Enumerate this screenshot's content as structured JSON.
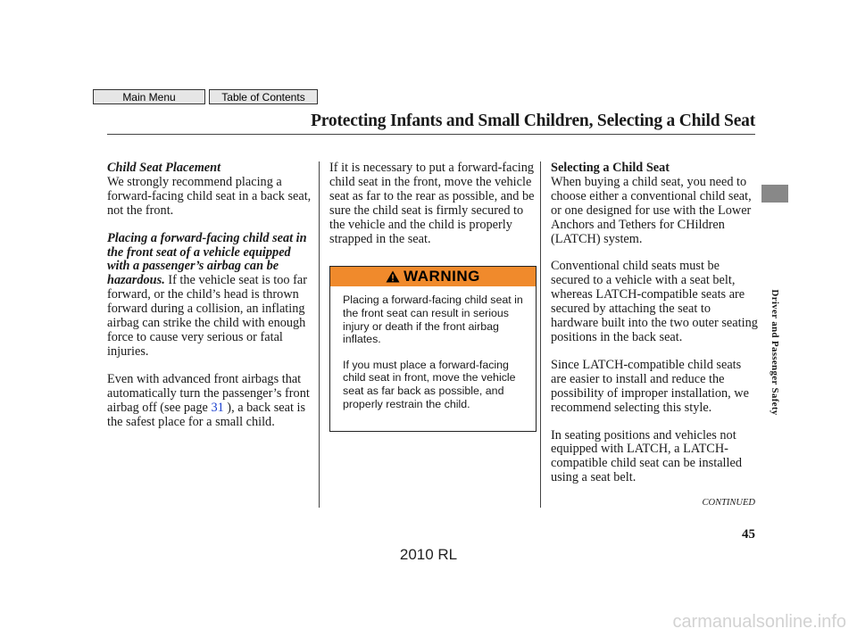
{
  "nav": {
    "main_menu": "Main Menu",
    "toc": "Table of Contents"
  },
  "header": {
    "title": "Protecting Infants and Small Children, Selecting a Child Seat"
  },
  "col1": {
    "heading": "Child Seat Placement",
    "p1": "We strongly recommend placing a forward-facing child seat in a back seat, not the front.",
    "p2_bold": "Placing a forward-facing child seat in the front seat of a vehicle equipped with a passenger’s airbag can be hazardous.",
    "p2_rest": " If the vehicle seat is too far forward, or the child’s head is thrown forward during a collision, an inflating airbag can strike the child with enough force to cause very serious or fatal injuries.",
    "p3_before": "Even with advanced front airbags that automatically turn the passenger’s front airbag off (see page ",
    "p3_link": "31",
    "p3_after": " ), a back seat is the safest place for a small child."
  },
  "col2": {
    "p1": "If it is necessary to put a forward-facing child seat in the front, move the vehicle seat as far to the rear as possible, and be sure the child seat is firmly secured to the vehicle and the child is properly strapped in the seat.",
    "warning": {
      "label": "WARNING",
      "p1": "Placing a forward-facing child seat in the front seat can result in serious injury or death if the front airbag inflates.",
      "p2": "If you must place a forward-facing child seat in front, move the vehicle seat as far back as possible, and properly restrain the child."
    }
  },
  "col3": {
    "heading": "Selecting a Child Seat",
    "p1": "When buying a child seat, you need to choose either a conventional child seat, or one designed for use with the Lower Anchors and Tethers for CHildren (LATCH) system.",
    "p2": "Conventional child seats must be secured to a vehicle with a seat belt, whereas LATCH-compatible seats are secured by attaching the seat to hardware built into the two outer seating positions in the back seat.",
    "p3": "Since LATCH-compatible child seats are easier to install and reduce the possibility of improper installation, we recommend selecting this style.",
    "p4": "In seating positions and vehicles not equipped with LATCH, a LATCH-compatible child seat can be installed using a seat belt."
  },
  "side_label": "Driver and Passenger Safety",
  "continued": "CONTINUED",
  "page_number": "45",
  "model": "2010 RL",
  "watermark": "carmanualsonline.info",
  "colors": {
    "warning_bg": "#f08a2c",
    "link": "#1a3fcf",
    "side_tab": "#888888"
  }
}
